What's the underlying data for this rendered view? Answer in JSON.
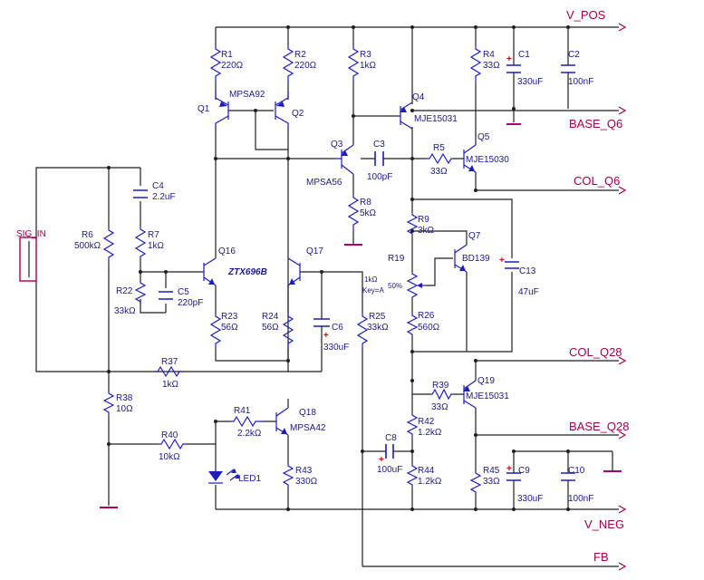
{
  "nets": {
    "v_pos": "V_POS",
    "base_q6": "BASE_Q6",
    "col_q6": "COL_Q6",
    "col_q28": "COL_Q28",
    "base_q28": "BASE_Q28",
    "v_neg": "V_NEG",
    "fb": "FB",
    "sig_in": "SIG_IN"
  },
  "resistors": {
    "r1": {
      "ref": "R1",
      "value": "220Ω"
    },
    "r2": {
      "ref": "R2",
      "value": "220Ω"
    },
    "r3": {
      "ref": "R3",
      "value": "1kΩ"
    },
    "r4": {
      "ref": "R4",
      "value": "33Ω"
    },
    "r5": {
      "ref": "R5",
      "value": "33Ω"
    },
    "r6": {
      "ref": "R6",
      "value": "500kΩ"
    },
    "r7": {
      "ref": "R7",
      "value": "1kΩ"
    },
    "r8": {
      "ref": "R8",
      "value": "5kΩ"
    },
    "r9": {
      "ref": "R9",
      "value": "3kΩ"
    },
    "r19": {
      "ref": "R19",
      "value": "1kΩ",
      "key": "Key=A",
      "percent": "50%"
    },
    "r22": {
      "ref": "R22",
      "value": "33kΩ"
    },
    "r23": {
      "ref": "R23",
      "value": "56Ω"
    },
    "r24": {
      "ref": "R24",
      "value": "56Ω"
    },
    "r25": {
      "ref": "R25",
      "value": "33kΩ"
    },
    "r26": {
      "ref": "R26",
      "value": "560Ω"
    },
    "r37": {
      "ref": "R37",
      "value": "1kΩ"
    },
    "r38": {
      "ref": "R38",
      "value": "10Ω"
    },
    "r39": {
      "ref": "R39",
      "value": "33Ω"
    },
    "r40": {
      "ref": "R40",
      "value": "10kΩ"
    },
    "r41": {
      "ref": "R41",
      "value": "2.2kΩ"
    },
    "r42": {
      "ref": "R42",
      "value": "1.2kΩ"
    },
    "r43": {
      "ref": "R43",
      "value": "330Ω"
    },
    "r44": {
      "ref": "R44",
      "value": "1.2kΩ"
    },
    "r45": {
      "ref": "R45",
      "value": "33Ω"
    }
  },
  "capacitors": {
    "c1": {
      "ref": "C1",
      "value": "330uF"
    },
    "c2": {
      "ref": "C2",
      "value": "100nF"
    },
    "c3": {
      "ref": "C3",
      "value": "100pF"
    },
    "c4": {
      "ref": "C4",
      "value": "2.2uF"
    },
    "c5": {
      "ref": "C5",
      "value": "220pF"
    },
    "c6": {
      "ref": "C6",
      "value": "330uF"
    },
    "c8": {
      "ref": "C8",
      "value": "100uF"
    },
    "c9": {
      "ref": "C9",
      "value": "330uF"
    },
    "c10": {
      "ref": "C10",
      "value": "100nF"
    },
    "c13": {
      "ref": "C13",
      "value": "47uF"
    }
  },
  "transistors": {
    "q1": {
      "ref": "Q1",
      "part": "MPSA92"
    },
    "q2": {
      "ref": "Q2",
      "part": ""
    },
    "q3": {
      "ref": "Q3",
      "part": "MPSA56"
    },
    "q4": {
      "ref": "Q4",
      "part": "MJE15031"
    },
    "q5": {
      "ref": "Q5",
      "part": "MJE15030"
    },
    "q7": {
      "ref": "Q7",
      "part": "BD139"
    },
    "q16": {
      "ref": "Q16",
      "part": "ZTX696B"
    },
    "q17": {
      "ref": "Q17",
      "part": ""
    },
    "q18": {
      "ref": "Q18",
      "part": "MPSA42"
    },
    "q19": {
      "ref": "Q19",
      "part": "MJE15031"
    }
  },
  "led": {
    "ref": "LED1"
  },
  "colors": {
    "wire": "#1f1f1f",
    "component": "#1c1cbf",
    "label": "#1a1a8c",
    "net_label": "#a0004f",
    "ground": "#b2006a",
    "polarity": "#d60000"
  }
}
